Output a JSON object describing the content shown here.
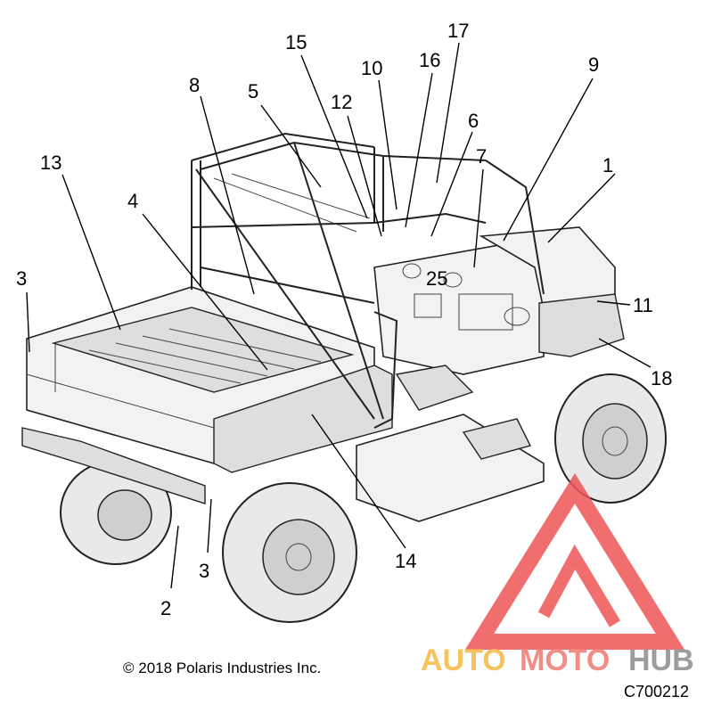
{
  "callouts": [
    {
      "id": "1",
      "label": "1"
    },
    {
      "id": "2",
      "label": "2"
    },
    {
      "id": "3a",
      "label": "3"
    },
    {
      "id": "3b",
      "label": "3"
    },
    {
      "id": "4",
      "label": "4"
    },
    {
      "id": "5",
      "label": "5"
    },
    {
      "id": "6",
      "label": "6"
    },
    {
      "id": "7",
      "label": "7"
    },
    {
      "id": "8",
      "label": "8"
    },
    {
      "id": "9",
      "label": "9"
    },
    {
      "id": "10",
      "label": "10"
    },
    {
      "id": "11",
      "label": "11"
    },
    {
      "id": "12",
      "label": "12"
    },
    {
      "id": "13",
      "label": "13"
    },
    {
      "id": "14",
      "label": "14"
    },
    {
      "id": "15",
      "label": "15"
    },
    {
      "id": "16",
      "label": "16"
    },
    {
      "id": "17",
      "label": "17"
    },
    {
      "id": "18",
      "label": "18"
    },
    {
      "id": "25",
      "label": "25"
    }
  ],
  "copyright": "© 2018 Polaris Industries Inc.",
  "diagram_code": "C700212",
  "watermark": {
    "part1": "AUTO",
    "part2": "MOTO",
    "part3": "HUB",
    "color_auto": "#f5b942",
    "color_moto": "#f07a70",
    "color_hub": "#8c8c8c",
    "logo_color": "#ee5555"
  }
}
